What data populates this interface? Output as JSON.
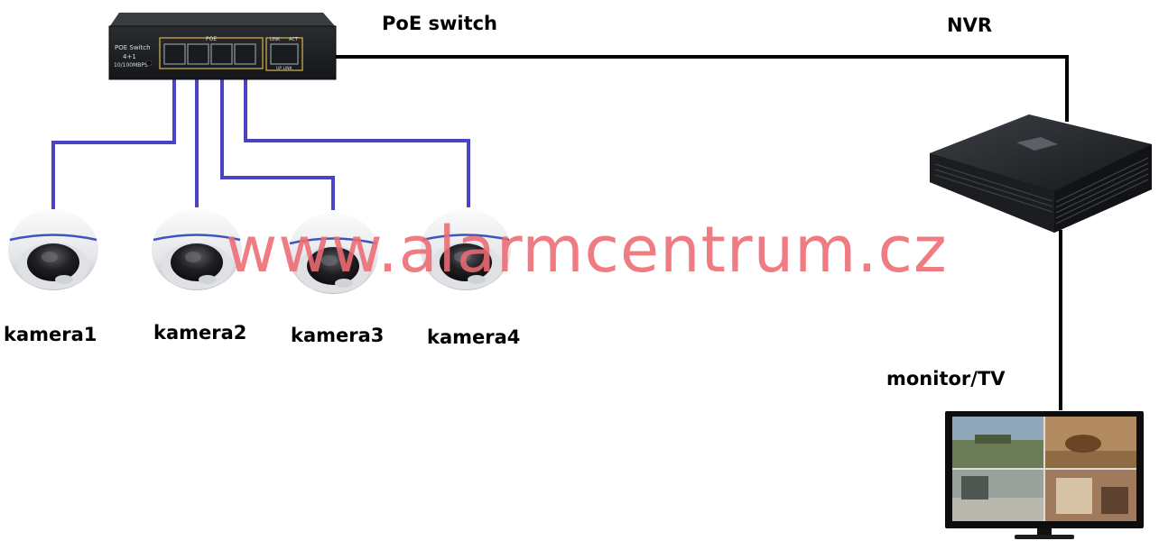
{
  "devices": {
    "switch": {
      "label": "PoE switch",
      "face_title": "POE Switch",
      "face_ports": "4+1",
      "face_speed": "10/100MBPS",
      "poe_group": "POE",
      "uplink_group": "LINK",
      "uplink_act": "ACT",
      "uplink_port": "UP LINK"
    },
    "nvr": {
      "label": "NVR"
    },
    "monitor": {
      "label": "monitor/TV"
    },
    "cameras": [
      {
        "label": "kamera1"
      },
      {
        "label": "kamera2"
      },
      {
        "label": "kamera3"
      },
      {
        "label": "kamera4"
      }
    ]
  },
  "watermark": "www.alarmcentrum.cz",
  "colors": {
    "camera_cable": "#4a44c4",
    "nvr_cable": "#000000",
    "watermark": "#ee6b73"
  }
}
